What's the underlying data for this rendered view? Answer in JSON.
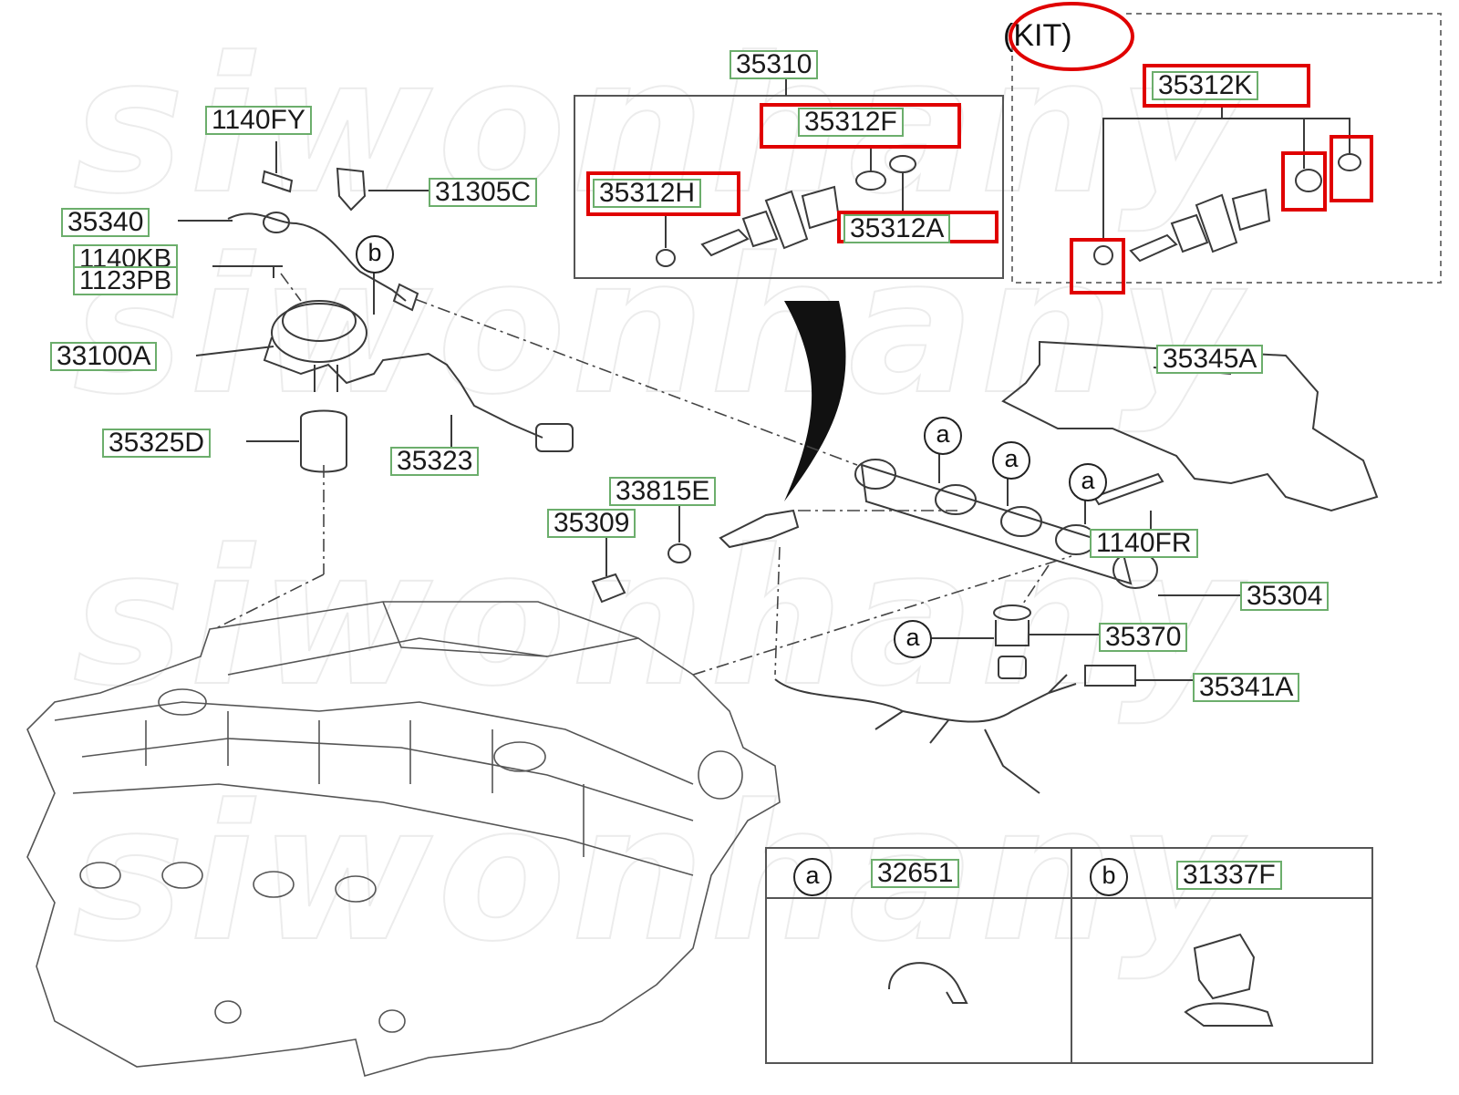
{
  "watermark": {
    "text": "siwonhany"
  },
  "kit": {
    "label": "(KIT)"
  },
  "labels": {
    "p1140FY": "1140FY",
    "p31305C": "31305C",
    "p35340": "35340",
    "p1140KB": "1140KB",
    "p1123PB": "1123PB",
    "p33100A": "33100A",
    "p35325D": "35325D",
    "p35323": "35323",
    "p35310": "35310",
    "p35312F": "35312F",
    "p35312H": "35312H",
    "p35312A": "35312A",
    "p35312K": "35312K",
    "p35345A": "35345A",
    "p33815E": "33815E",
    "p35309": "35309",
    "p1140FR": "1140FR",
    "p35304": "35304",
    "p35370": "35370",
    "p35341A": "35341A",
    "p32651": "32651",
    "p31337F": "31337F"
  },
  "callouts": {
    "a": "a",
    "b": "b"
  },
  "highlight_color": "#e00000",
  "label_border_color": "#6cae6c"
}
